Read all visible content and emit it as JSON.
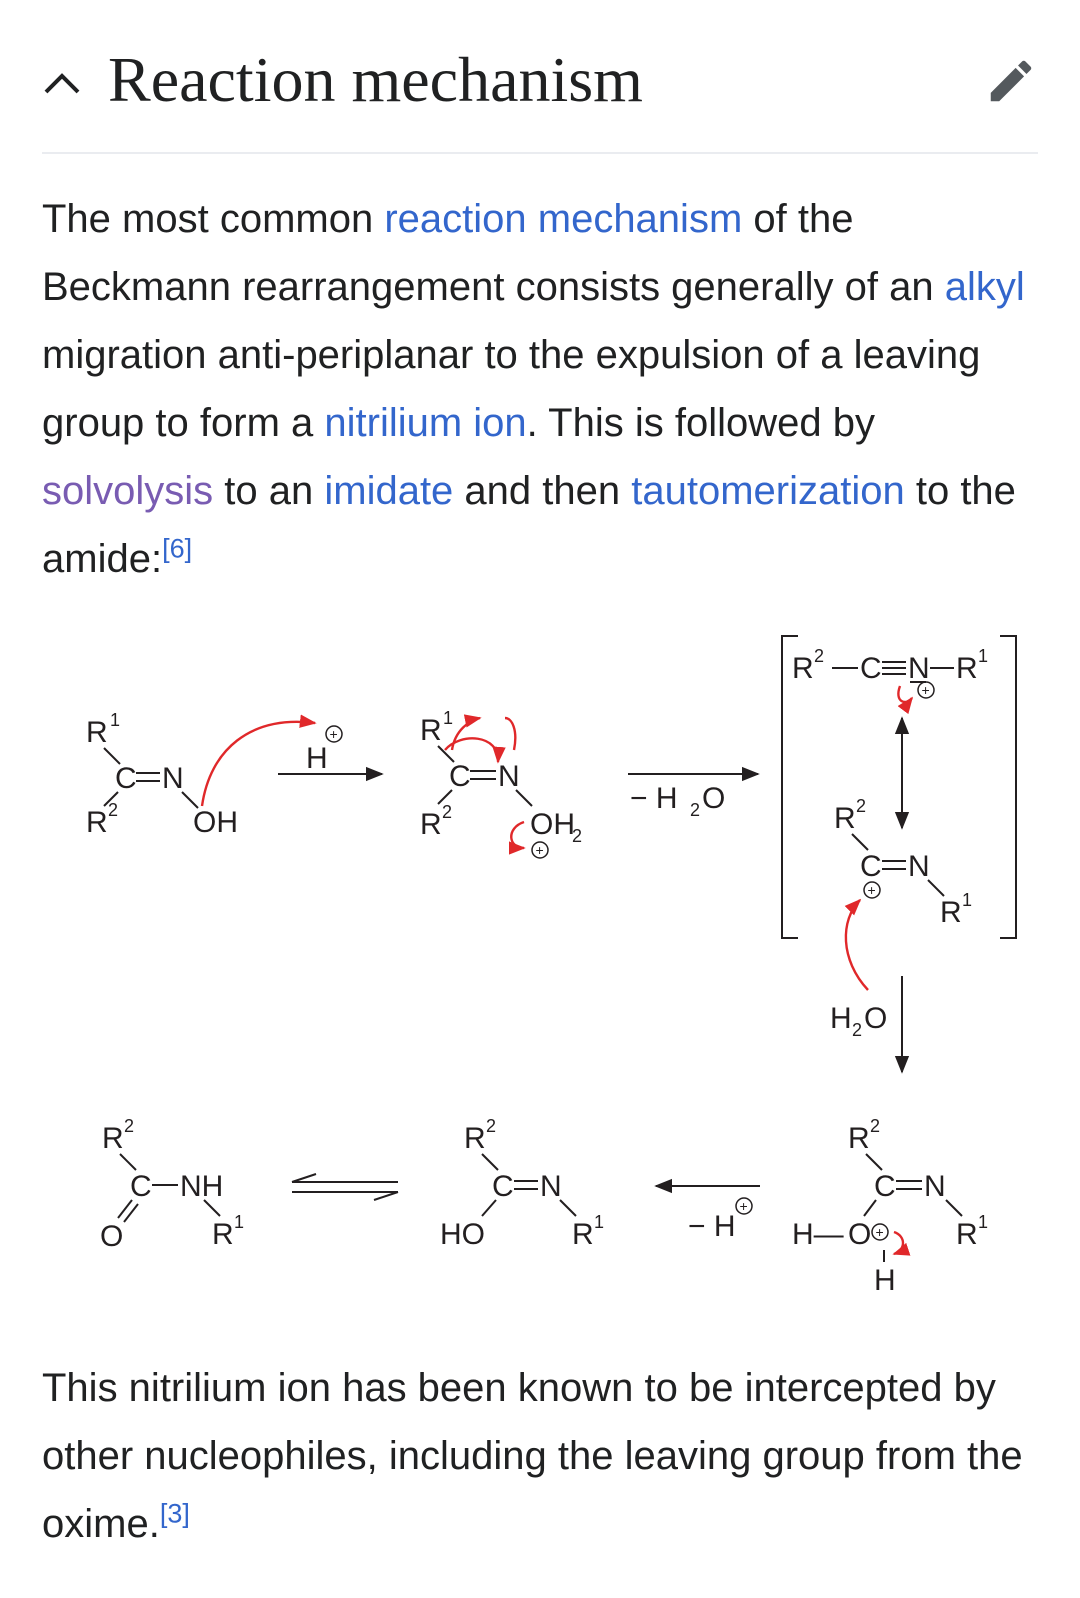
{
  "section": {
    "title": "Reaction mechanism",
    "collapse_icon": "chevron-up-icon",
    "edit_icon": "pencil-icon"
  },
  "paragraph1": {
    "t1": "The most common ",
    "link1": "reaction mechanism",
    "t2": " of the Beckmann rearrangement consists generally of an ",
    "link2": "alkyl",
    "t3": " migration anti-periplanar to the expulsion of a leaving group to form a ",
    "link3": "nitrilium ion",
    "t4": ". This is followed by ",
    "link4": "solvolysis",
    "t5": " to an ",
    "link5": "imidate",
    "t6": " and then ",
    "link6": "tautomerization",
    "t7": " to the amide:",
    "ref": "[6]"
  },
  "diagram": {
    "labels": {
      "r1": "R",
      "r2": "R",
      "sup1": "1",
      "sup2": "2",
      "c": "C",
      "n": "N",
      "o": "O",
      "h": "H",
      "oh": "OH",
      "oh2": "OH",
      "sub2": "2",
      "nh": "NH",
      "ho": "HO",
      "h2o_h": "H",
      "h2o_o": "O",
      "minus": "−",
      "plus": "+",
      "minus_h2o": "− H",
      "minus_h": "− H",
      "ho_prefix": "H—"
    },
    "colors": {
      "arrow": "#e0282a",
      "ink": "#231f20"
    }
  },
  "paragraph2": {
    "text": "This nitrilium ion has been known to be intercepted by other nucleophiles, including the leaving group from the oxime.",
    "ref": "[3]"
  }
}
